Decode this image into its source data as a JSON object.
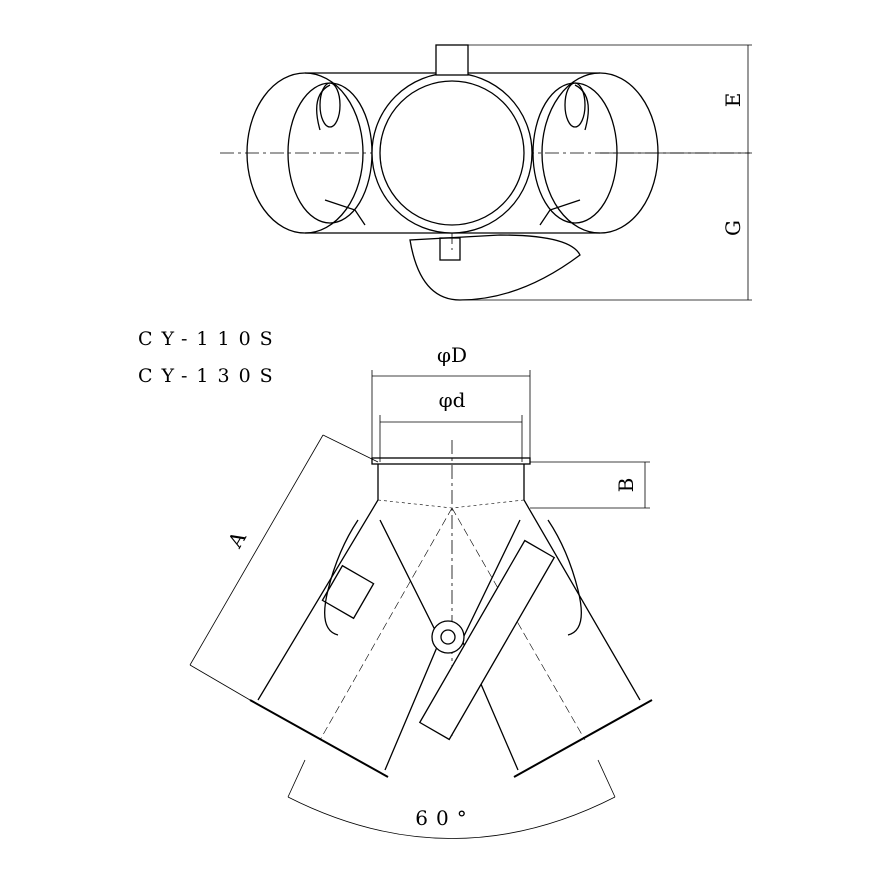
{
  "models": [
    "CY-110S",
    "CY-130S"
  ],
  "dimensions": {
    "E": "E",
    "G": "G",
    "D": "φD",
    "d": "φd",
    "B": "B",
    "A": "A",
    "angle": "60°"
  }
}
